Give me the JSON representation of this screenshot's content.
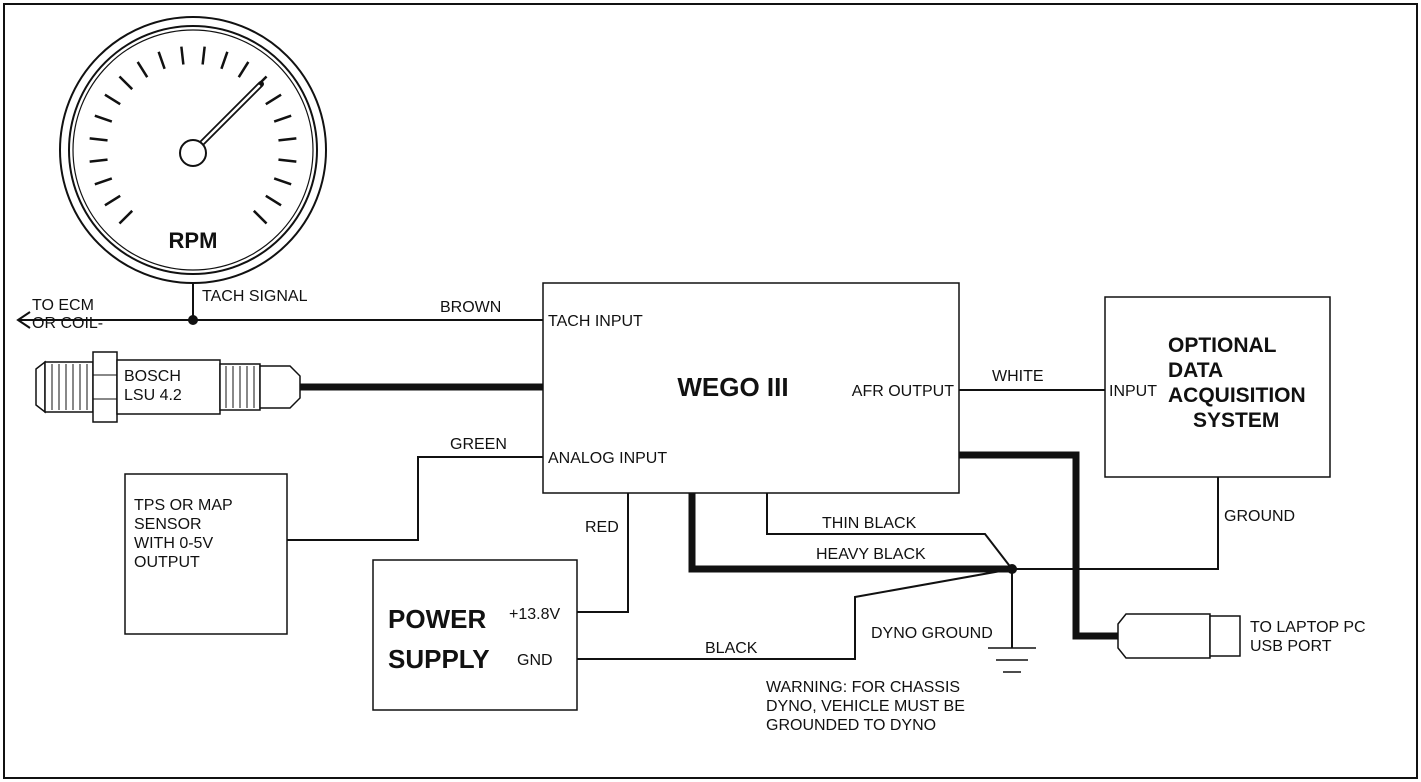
{
  "gauge": {
    "label": "RPM"
  },
  "tach": {
    "left_line1": "TO ECM",
    "left_line2": "OR COIL-",
    "signal_label": "TACH SIGNAL",
    "wire_color": "BROWN"
  },
  "sensor": {
    "line1": "BOSCH",
    "line2": "LSU 4.2"
  },
  "wego": {
    "title": "WEGO III",
    "tach_input": "TACH INPUT",
    "analog_input": "ANALOG INPUT",
    "afr_output": "AFR OUTPUT"
  },
  "wires": {
    "green": "GREEN",
    "white": "WHITE",
    "red": "RED",
    "thin_black": "THIN BLACK",
    "heavy_black": "HEAVY BLACK",
    "black": "BLACK",
    "ground": "GROUND",
    "dyno_ground": "DYNO GROUND"
  },
  "tps": {
    "lines": [
      "TPS OR MAP",
      "SENSOR",
      "WITH 0-5V",
      "OUTPUT"
    ]
  },
  "daq": {
    "input": "INPUT",
    "lines": [
      "OPTIONAL",
      "DATA",
      "ACQUISITION",
      "SYSTEM"
    ]
  },
  "power": {
    "line1": "POWER",
    "line2": "SUPPLY",
    "plus": "+13.8V",
    "gnd": "GND"
  },
  "usb": {
    "line1": "TO LAPTOP PC",
    "line2": "USB PORT"
  },
  "warning": {
    "lines": [
      "WARNING: FOR CHASSIS",
      "DYNO, VEHICLE MUST BE",
      "GROUNDED TO DYNO"
    ]
  }
}
